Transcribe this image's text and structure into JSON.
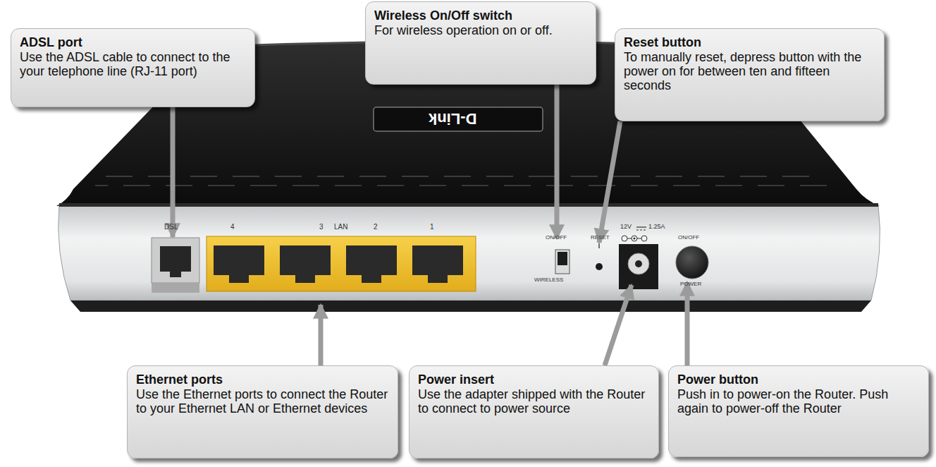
{
  "diagram": {
    "nodes": [
      {
        "text": [
          "ADSL port",
          "Use the ADSL cable to connect to the your telephone line (RJ-11 port)"
        ]
      },
      {
        "text": [
          "Wireless On/Off switch",
          "For wireless operation on or off."
        ]
      },
      {
        "text": [
          "Reset button",
          "To manually reset, depress button with the power on for between ten and fifteen seconds"
        ]
      },
      {
        "text": [
          "Ethernet ports",
          "Use the Ethernet ports to connect the Router to your Ethernet LAN or Ethernet devices"
        ]
      },
      {
        "text": [
          "Power insert",
          "Use the adapter shipped with the Router to connect to power source"
        ]
      },
      {
        "text": [
          "Power button",
          "Push in to power-on the Router. Push again to power-off the Router"
        ]
      }
    ],
    "labels": [
      "D-Link",
      "DSL",
      "4",
      "3",
      "LAN",
      "2",
      "1",
      "ON/OFF",
      "WIRELESS",
      "RESET",
      "12V",
      "1.25A",
      "ON/OFF",
      "POWER"
    ]
  }
}
